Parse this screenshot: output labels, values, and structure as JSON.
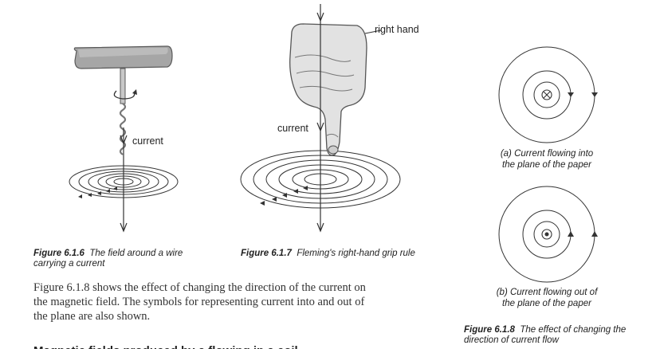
{
  "figure_616": {
    "label_current": "current",
    "caption_number": "Figure 6.1.6",
    "caption_text": "The field around a wire carrying a current"
  },
  "figure_617": {
    "label_right_hand": "right hand",
    "label_current": "current",
    "caption_number": "Figure 6.1.7",
    "caption_text": "Fleming's right-hand grip rule"
  },
  "figure_618": {
    "sub_a_line1": "(a)  Current flowing into",
    "sub_a_line2": "the plane of the paper",
    "sub_b_line1": "(b)  Current flowing out of",
    "sub_b_line2": "the plane of the paper",
    "caption_number": "Figure 6.1.8",
    "caption_text": "The effect of changing the direction of current flow"
  },
  "body": {
    "paragraph_line1": "Figure 6.1.8 shows the effect of changing the direction of the current on",
    "paragraph_line2": "the magnetic field. The symbols for representing current into and out of",
    "paragraph_line3": "the plane are also shown.",
    "next_heading": "Magnetic fields produced by a flowing in a coil"
  }
}
